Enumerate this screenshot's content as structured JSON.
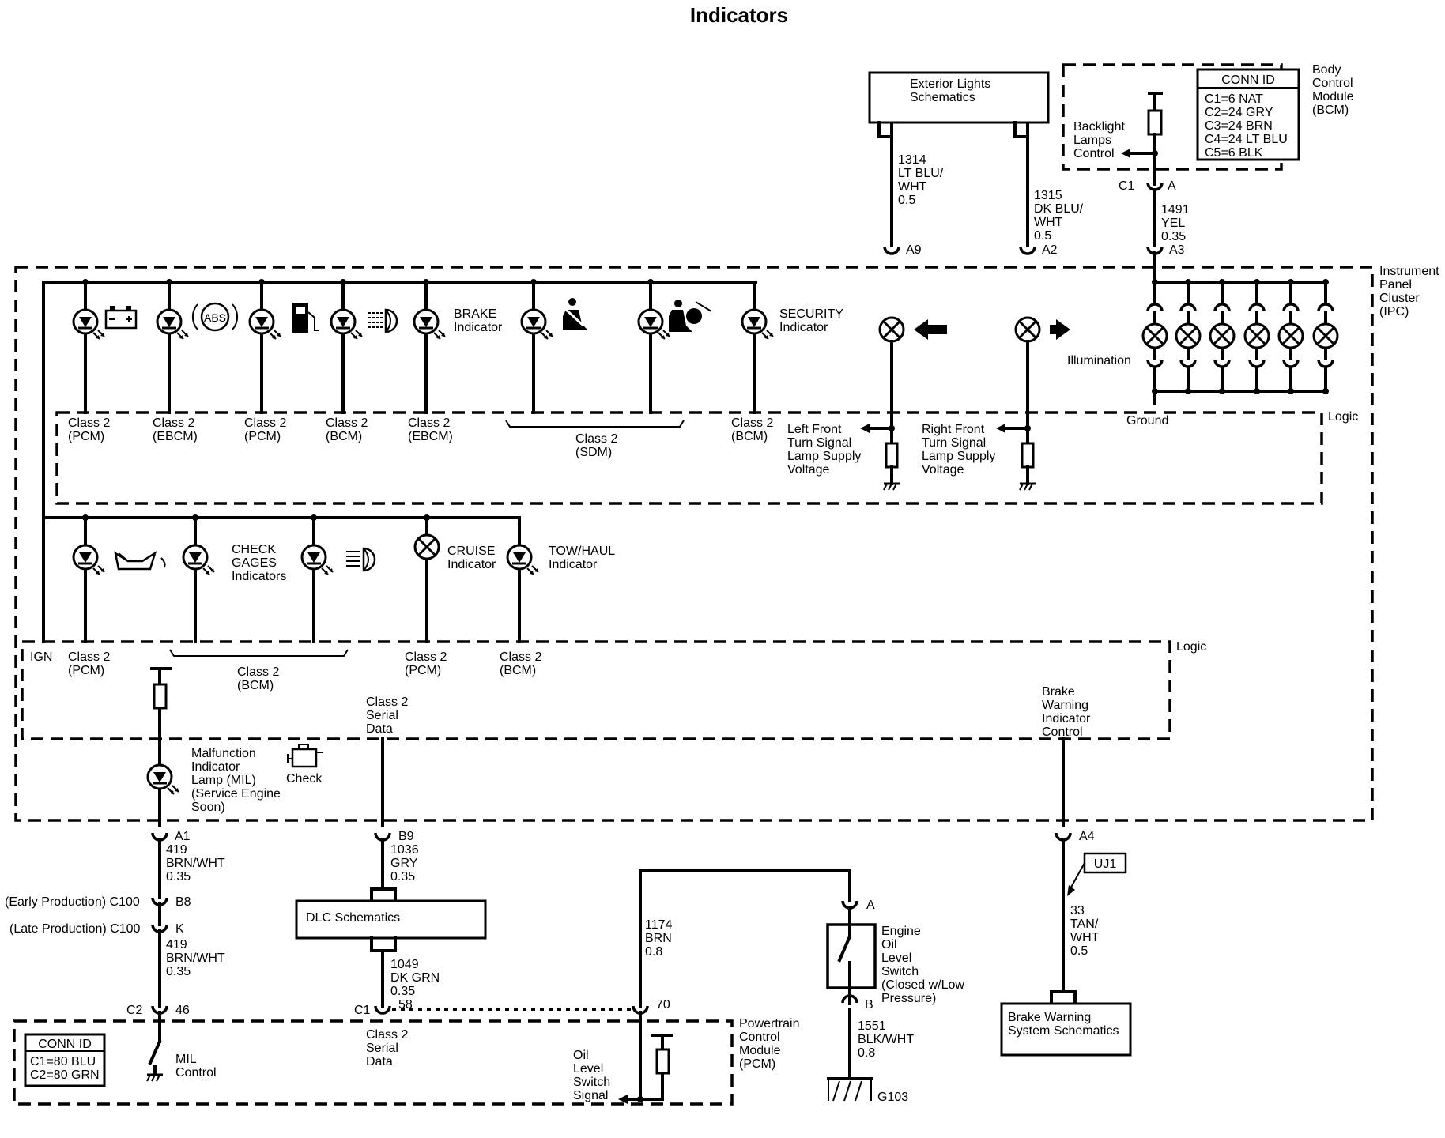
{
  "title": "Indicators",
  "modules": {
    "ext_lights": "Exterior Lights|Schematics",
    "bcm": "Body|Control|Module|(BCM)",
    "bcm_conn": {
      "header": "CONN ID",
      "rows": [
        "C1=6 NAT",
        "C2=24 GRY",
        "C3=24 BRN",
        "C4=24 LT BLU",
        "C5=6 BLK"
      ]
    },
    "backlight": "Backlight|Lamps|Control",
    "ipc": "Instrument|Panel|Cluster|(IPC)",
    "logic": "Logic",
    "dlc": "DLC Schematics",
    "pcm": "Powertrain|Control|Module|(PCM)",
    "pcm_conn": {
      "header": "CONN ID",
      "rows": [
        "C1=80 BLU",
        "C2=80 GRN"
      ]
    },
    "brake_warn_sys": "Brake Warning|System Schematics",
    "uj1": "UJ1"
  },
  "wires": {
    "w1314": "1314|LT BLU/|WHT|0.5",
    "w1315": "1315|DK BLU/|WHT|0.5",
    "w1491": "1491|YEL|0.35",
    "w419a": "419|BRN/WHT|0.35",
    "w419b": "419|BRN/WHT|0.35",
    "w1036": "1036|GRY|0.35",
    "w1049": "1049|DK GRN|0.35",
    "w1174": "1174|BRN|0.8",
    "w1551": "1551|BLK/WHT|0.8",
    "w33": "33|TAN/|WHT|0.5"
  },
  "pins": {
    "a9": "A9",
    "a2": "A2",
    "a3": "A3",
    "c1": "C1",
    "a": "A",
    "a1": "A1",
    "b9": "B9",
    "a4": "A4",
    "b8": "B8",
    "k": "K",
    "c2": "C2",
    "p46": "46",
    "c1b": "C1",
    "p58": "58",
    "p70": "70",
    "sw_a": "A",
    "sw_b": "B",
    "g103": "G103"
  },
  "indicators_top": {
    "brake": "BRAKE|Indicator",
    "security": "SECURITY|Indicator",
    "illumination": "Illumination",
    "ground": "Ground",
    "abs": "ABS"
  },
  "sources_top": [
    "Class 2|(PCM)",
    "Class 2|(EBCM)",
    "Class 2|(PCM)",
    "Class 2|(BCM)",
    "Class 2|(EBCM)",
    "Class 2|(SDM)",
    "Class 2|(BCM)"
  ],
  "turn": {
    "left": "Left Front|Turn Signal|Lamp Supply|Voltage",
    "right": "Right Front|Turn Signal|Lamp Supply|Voltage"
  },
  "indicators_bottom": {
    "check_gages": "CHECK|GAGES|Indicators",
    "cruise": "CRUISE|Indicator",
    "tow_haul": "TOW/HAUL|Indicator"
  },
  "sources_bottom": {
    "ign": "IGN",
    "pcm1": "Class 2|(PCM)",
    "bcm": "Class 2|(BCM)",
    "pcm2": "Class 2|(PCM)",
    "bcm2": "Class 2|(BCM)"
  },
  "mil": {
    "label": "Malfunction|Indicator|Lamp (MIL)|(Service Engine|Soon)",
    "check": "Check",
    "control": "MIL|Control"
  },
  "serial": {
    "top": "Class 2|Serial|Data",
    "bottom": "Class 2|Serial|Data"
  },
  "brake_ctrl": "Brake|Warning|Indicator|Control",
  "oil": {
    "switch": "Engine|Oil|Level|Switch|(Closed w/Low|Pressure)",
    "signal": "Oil|Level|Switch|Signal"
  },
  "production": {
    "early": "(Early Production) C100",
    "late": "(Late Production) C100"
  }
}
